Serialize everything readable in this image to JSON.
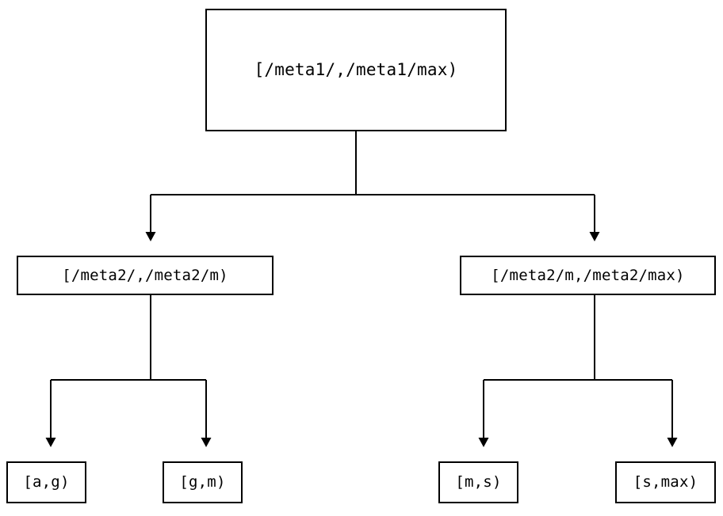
{
  "diagram": {
    "type": "tree",
    "background_color": "#ffffff",
    "stroke_color": "#000000",
    "text_color": "#000000",
    "nodes": {
      "root": {
        "label": "[/meta1/,/meta1/max)"
      },
      "mid_left": {
        "label": "[/meta2/,/meta2/m)"
      },
      "mid_right": {
        "label": "[/meta2/m,/meta2/max)"
      },
      "leaf_ag": {
        "label": "[a,g)"
      },
      "leaf_gm": {
        "label": "[g,m)"
      },
      "leaf_ms": {
        "label": "[m,s)"
      },
      "leaf_smax": {
        "label": "[s,max)"
      }
    },
    "edges": [
      {
        "from": "root",
        "to": "mid_left",
        "arrowhead": "filled-triangle-down"
      },
      {
        "from": "root",
        "to": "mid_right",
        "arrowhead": "filled-triangle-down"
      },
      {
        "from": "mid_left",
        "to": "leaf_ag",
        "arrowhead": "filled-triangle-down"
      },
      {
        "from": "mid_left",
        "to": "leaf_gm",
        "arrowhead": "filled-triangle-down"
      },
      {
        "from": "mid_right",
        "to": "leaf_ms",
        "arrowhead": "filled-triangle-down"
      },
      {
        "from": "mid_right",
        "to": "leaf_smax",
        "arrowhead": "filled-triangle-down"
      }
    ]
  }
}
